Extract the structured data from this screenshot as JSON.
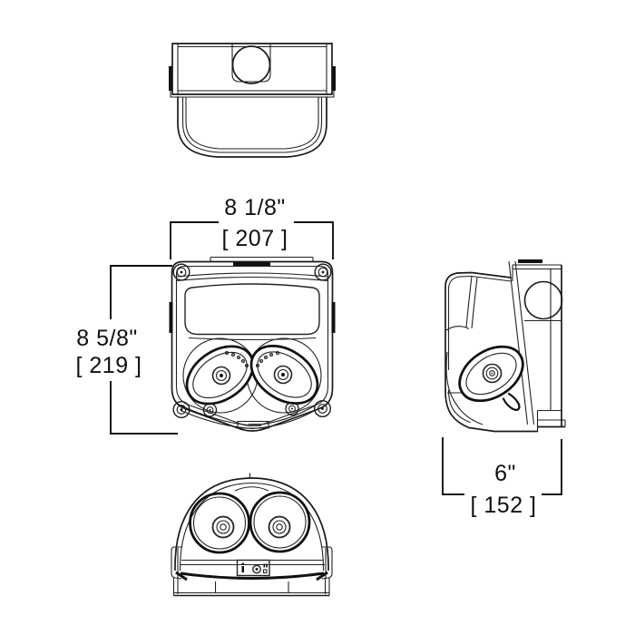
{
  "page": {
    "background": "#ffffff",
    "ink": "#1a1a1a"
  },
  "drawing": {
    "dimensions": {
      "width": {
        "inches": "8 1/8\"",
        "mm": "[ 207 ]"
      },
      "height": {
        "inches": "8 5/8\"",
        "mm": "[ 219 ]"
      },
      "depth": {
        "inches": "6\"",
        "mm": "[ 152 ]"
      }
    }
  }
}
